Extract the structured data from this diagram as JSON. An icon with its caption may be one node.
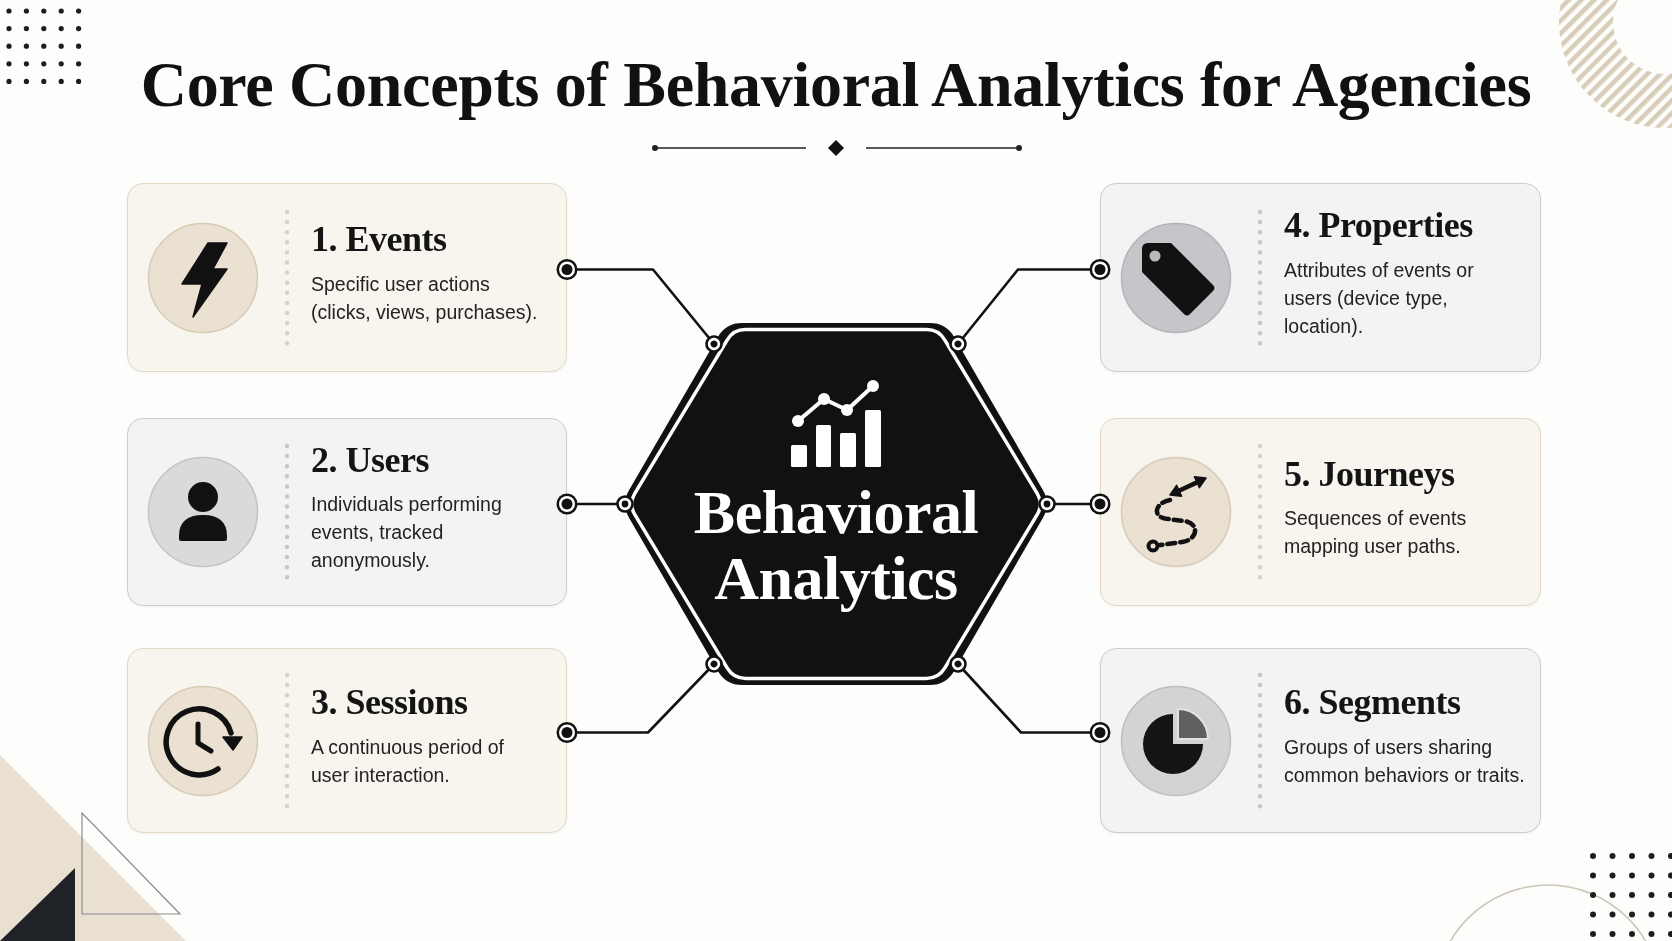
{
  "diagram": {
    "title": "Core Concepts of Behavioral Analytics for Agencies",
    "nodes": [
      {
        "text": [
          "Behavioral Analytics"
        ]
      },
      {
        "text": [
          "1. Events",
          "Specific user actions (clicks, views, purchases)."
        ]
      },
      {
        "text": [
          "2. Users",
          "Individuals performing events, tracked anonymously."
        ]
      },
      {
        "text": [
          "3. Sessions",
          "A continuous period of user interaction."
        ]
      },
      {
        "text": [
          "4. Properties",
          "Attributes of events or users (device type, location)."
        ]
      },
      {
        "text": [
          "5. Journeys",
          "Sequences of events mapping user paths."
        ]
      },
      {
        "text": [
          "6. Segments",
          "Groups of users sharing common behaviors or traits."
        ]
      }
    ],
    "edges": [
      {
        "from": 0,
        "to": 1,
        "arrow": "other"
      },
      {
        "from": 0,
        "to": 2,
        "arrow": "other"
      },
      {
        "from": 0,
        "to": 3,
        "arrow": "other"
      },
      {
        "from": 0,
        "to": 4,
        "arrow": "other"
      },
      {
        "from": 0,
        "to": 5,
        "arrow": "other"
      },
      {
        "from": 0,
        "to": 6,
        "arrow": "other"
      }
    ]
  }
}
